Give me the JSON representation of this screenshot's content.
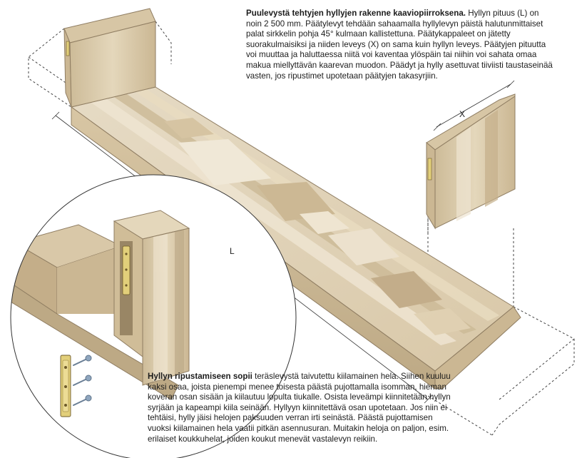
{
  "diagram": {
    "top_caption": {
      "heading": "Puulevystä tehtyjen hyllyjen rakenne kaaviopiirroksena.",
      "body": " Hyllyn pituus (L) on noin 2 500 mm. Päätylevyt tehdään sahaamalla hyllylevyn päistä halutunmittaiset palat sirkkelin pohja 45° kulmaan kallistettuna. Päätykappaleet on jätetty suorakulmaisiksi ja niiden leveys (X) on sama kuin hyllyn leveys. Päätyjen pituutta voi muuttaa ja haluttaessa niitä voi kaventaa ylöspäin tai niihin voi sahata omaa makua miellyttävän kaarevan muodon. Päädyt ja hylly asettuvat tiiviisti taustaseinää vasten, jos ripustimet upotetaan päätyjen takasyrjiin."
    },
    "bottom_caption": {
      "heading": "Hyllyn ripustamiseen sopii",
      "body": " teräslevystä taivutettu kiilamainen hela. Siihen kuuluu kaksi osaa, joista pienempi menee toisesta päästä pujottamalla isomman, hieman koveran osan sisään ja kiilautuu lopulta tiukalle. Osista leveämpi kiinnitetään hyllyn syrjään ja kapeampi kiila seinään. Hyllyyn kiinnitettävä osan upotetaan. Jos niin ei tehtäisi, hylly jäisi helojen paksuuden verran irti seinästä. Päästä pujottamisen vuoksi kiilamainen hela vaatii pitkän asennusuran. Muitakin heloja on paljon, esim. erilaiset koukkuhelat, joiden koukut menevät vastalevyn reikiin."
    },
    "labels": {
      "width": "X",
      "length": "L"
    },
    "colors": {
      "wood_light": "#efe5d2",
      "wood_mid": "#dccdb0",
      "wood_dark": "#b9a684",
      "edge": "#8f7d62",
      "bracket": "#e2cf7a",
      "screw": "#8fa6bf",
      "dashed": "#444444"
    }
  }
}
